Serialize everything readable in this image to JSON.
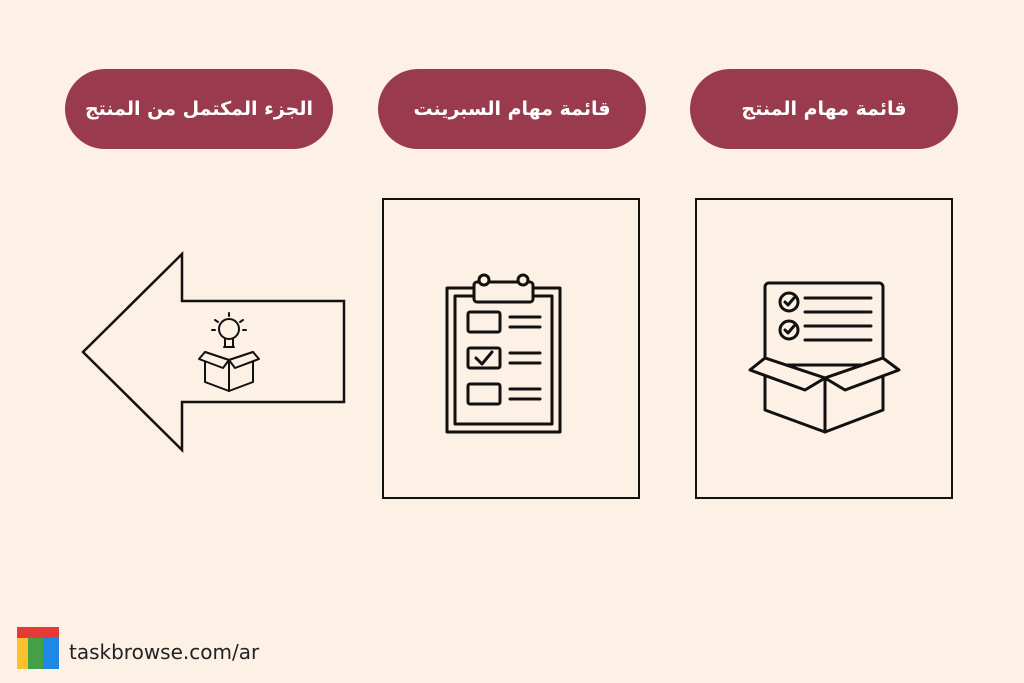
{
  "steps": [
    {
      "label": "قائمة مهام المنتج",
      "icon": "box-checklist-icon"
    },
    {
      "label": "قائمة مهام السبرينت",
      "icon": "clipboard-checklist-icon"
    },
    {
      "label": "الجزء المكتمل من المنتج",
      "icon": "box-lightbulb-icon"
    }
  ],
  "footer": {
    "site": "taskbrowse.com/ar"
  },
  "colors": {
    "background": "#FDF0E4",
    "pill": "#9A3A4E",
    "pill_text": "#FFFFFF",
    "stroke": "#111111",
    "logo": [
      "#E53935",
      "#FBC02D",
      "#43A047",
      "#1E88E5"
    ]
  }
}
